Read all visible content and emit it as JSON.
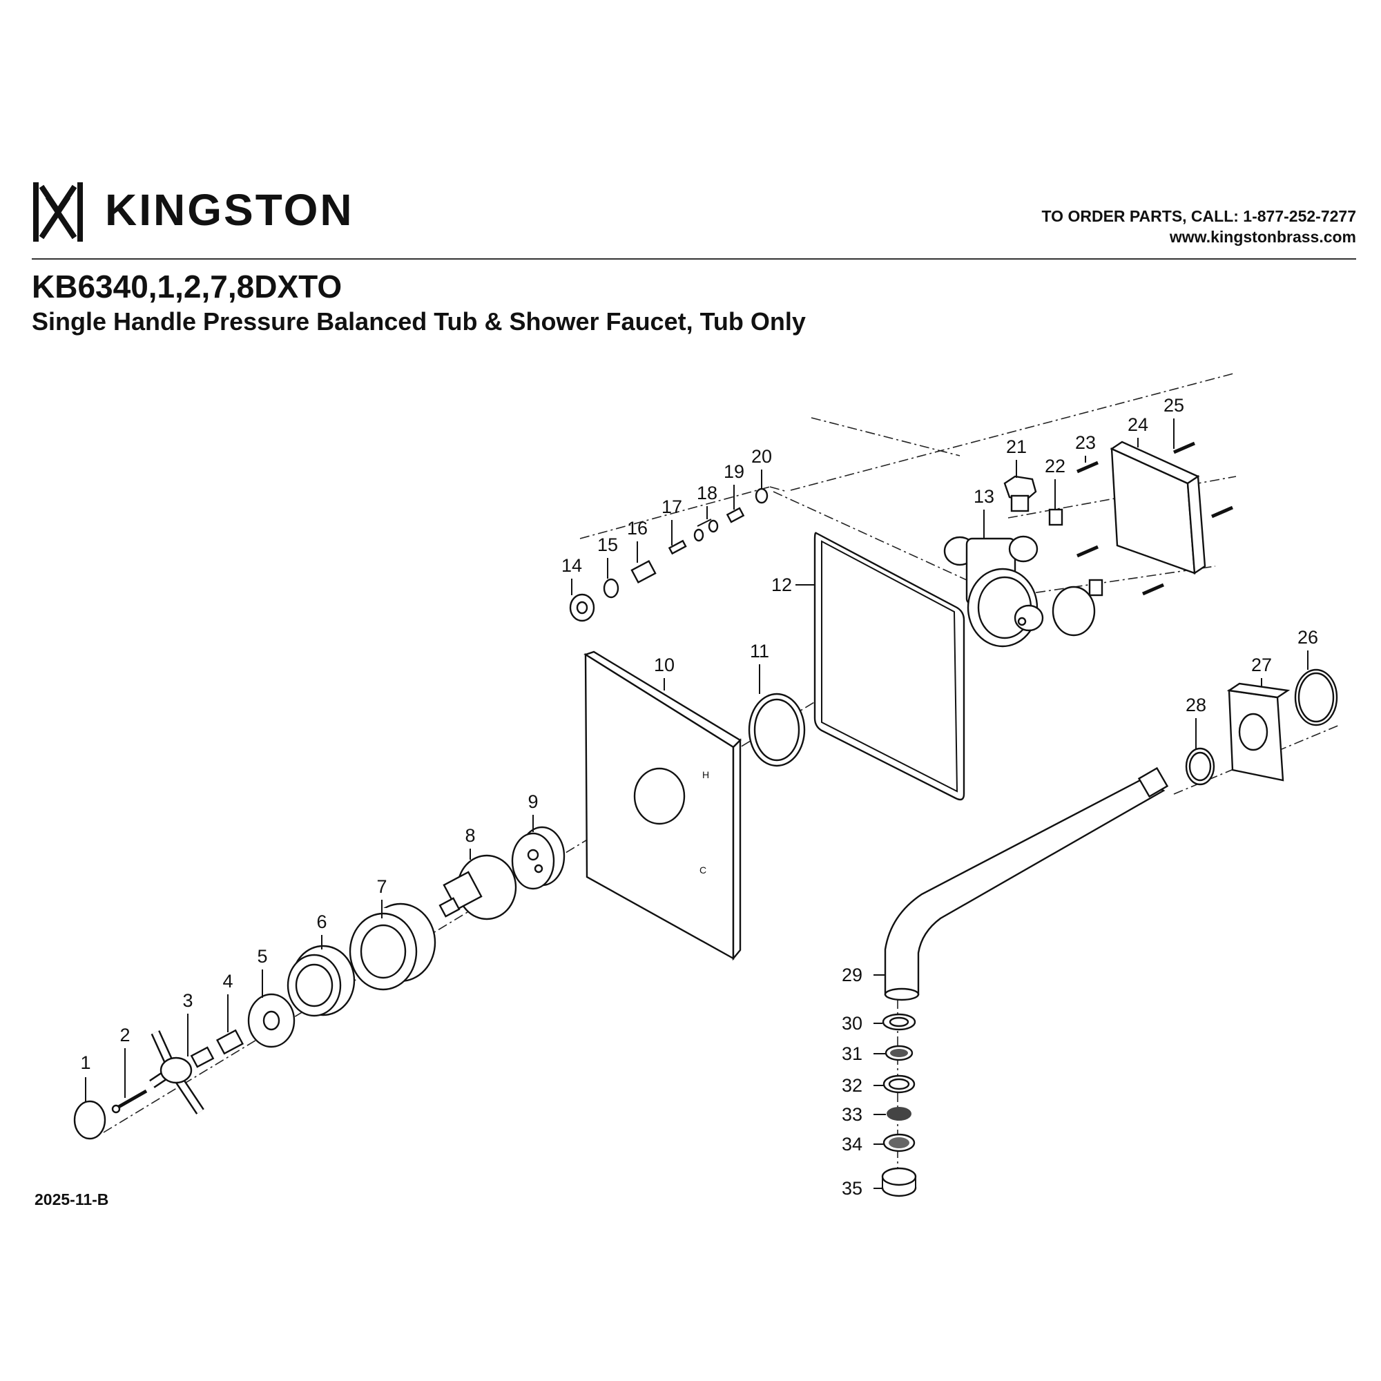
{
  "header": {
    "brand": "KINGSTON",
    "order_line": "TO ORDER PARTS, CALL: 1-877-252-7277",
    "website": "www.kingstonbrass.com"
  },
  "product": {
    "model": "KB6340,1,2,7,8DXTO",
    "description": "Single Handle Pressure Balanced Tub & Shower Faucet, Tub Only"
  },
  "callouts": [
    "1",
    "2",
    "3",
    "4",
    "5",
    "6",
    "7",
    "8",
    "9",
    "10",
    "11",
    "12",
    "13",
    "14",
    "15",
    "16",
    "17",
    "18",
    "19",
    "20",
    "21",
    "22",
    "23",
    "24",
    "25",
    "26",
    "27",
    "28",
    "29",
    "30",
    "31",
    "32",
    "33",
    "34",
    "35"
  ],
  "plate_marks": {
    "hot": "H",
    "cold": "C"
  },
  "footer": {
    "revision": "2025-11-B"
  }
}
